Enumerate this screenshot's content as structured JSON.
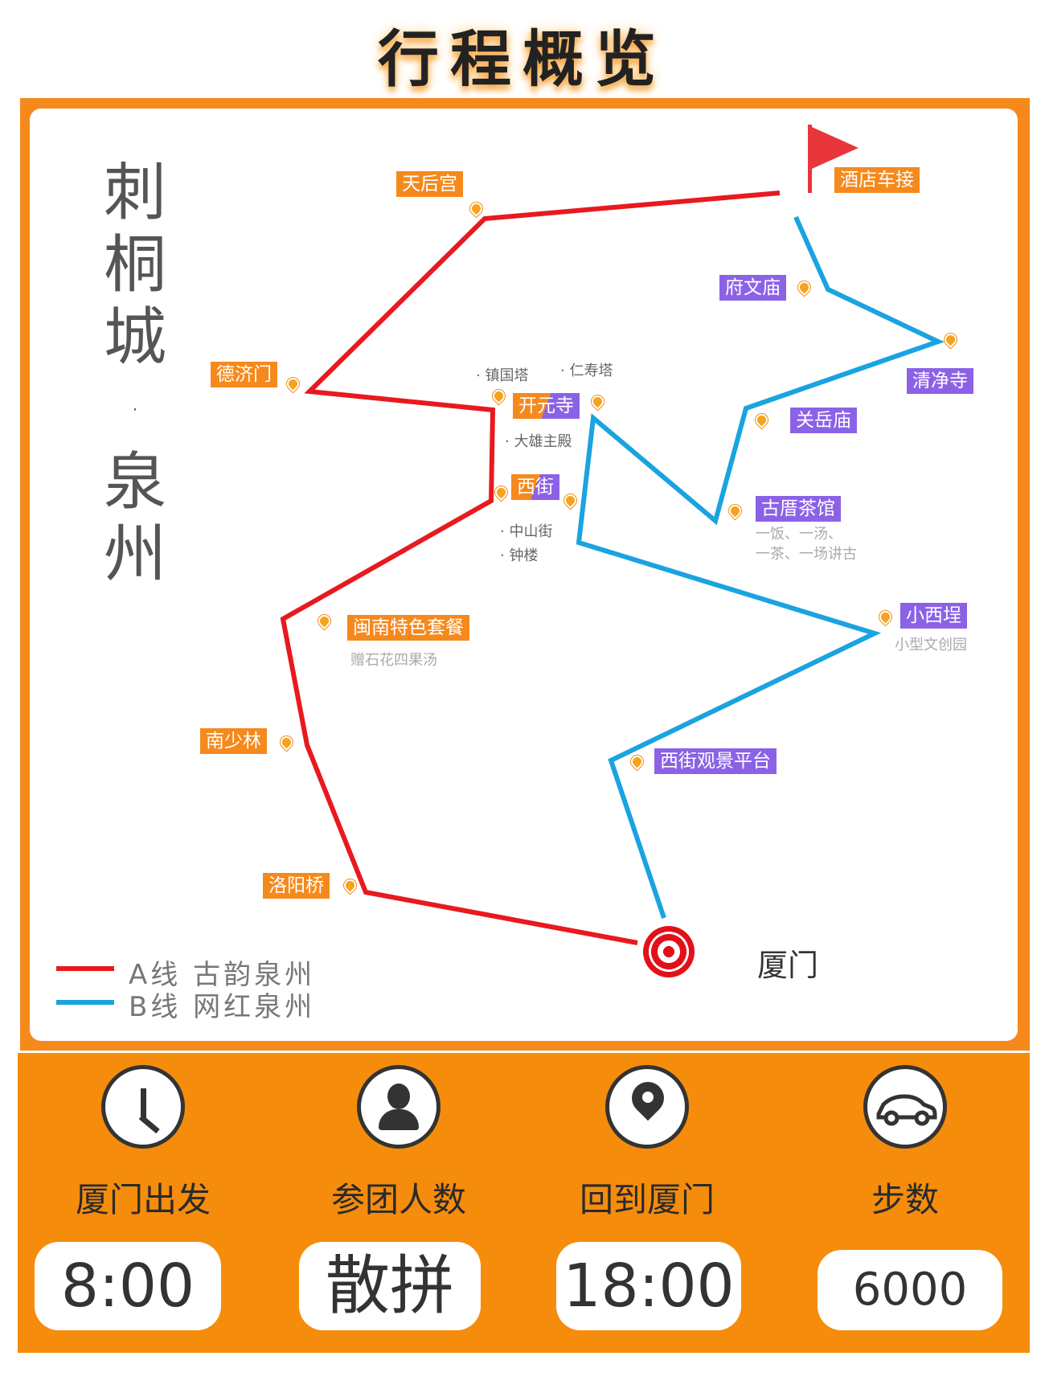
{
  "page_title": "行程概览",
  "vertical_title": [
    "刺",
    "桐",
    "城",
    "·",
    "泉",
    "州"
  ],
  "colors": {
    "accent": "#f5891c",
    "route_a": "#e8191f",
    "route_b": "#1aa3e0",
    "purple": "#8b62e6"
  },
  "map": {
    "stops": {
      "hotel": "酒店车接",
      "tianhougong": "天后宫",
      "fuwenmiao": "府文庙",
      "qingjingsi": "清净寺",
      "deji": "德济门",
      "zhenguota": "· 镇国塔",
      "renshouta": "· 仁寿塔",
      "kaiyuansi": "开元寺",
      "daxiong": "· 大雄主殿",
      "guanyuemiao": "关岳庙",
      "xijie": "西街",
      "gucuo": "古厝茶馆",
      "gucuo_note1": "一饭、一汤、",
      "gucuo_note2": "一茶、一场讲古",
      "zhongshan": "· 中山街",
      "zhonglou": "· 钟楼",
      "minnan": "闽南特色套餐",
      "minnan_note": "赠石花四果汤",
      "xiaoxipu": "小西埕",
      "xiaoxipu_note": "小型文创园",
      "nanshaolin": "南少林",
      "xijieguanjing": "西街观景平台",
      "luoyangqiao": "洛阳桥",
      "xiamen": "厦门"
    },
    "legend": [
      {
        "name": "A线  古韵泉州",
        "color": "#e8191f"
      },
      {
        "name": "B线  网红泉州",
        "color": "#1aa3e0"
      }
    ]
  },
  "stats": [
    {
      "icon": "clock-icon",
      "label": "厦门出发",
      "value": "8:00"
    },
    {
      "icon": "user-icon",
      "label": "参团人数",
      "value": "散拼"
    },
    {
      "icon": "location-pin-icon",
      "label": "回到厦门",
      "value": "18:00"
    },
    {
      "icon": "car-icon",
      "label": "步数",
      "value": "6000"
    }
  ]
}
